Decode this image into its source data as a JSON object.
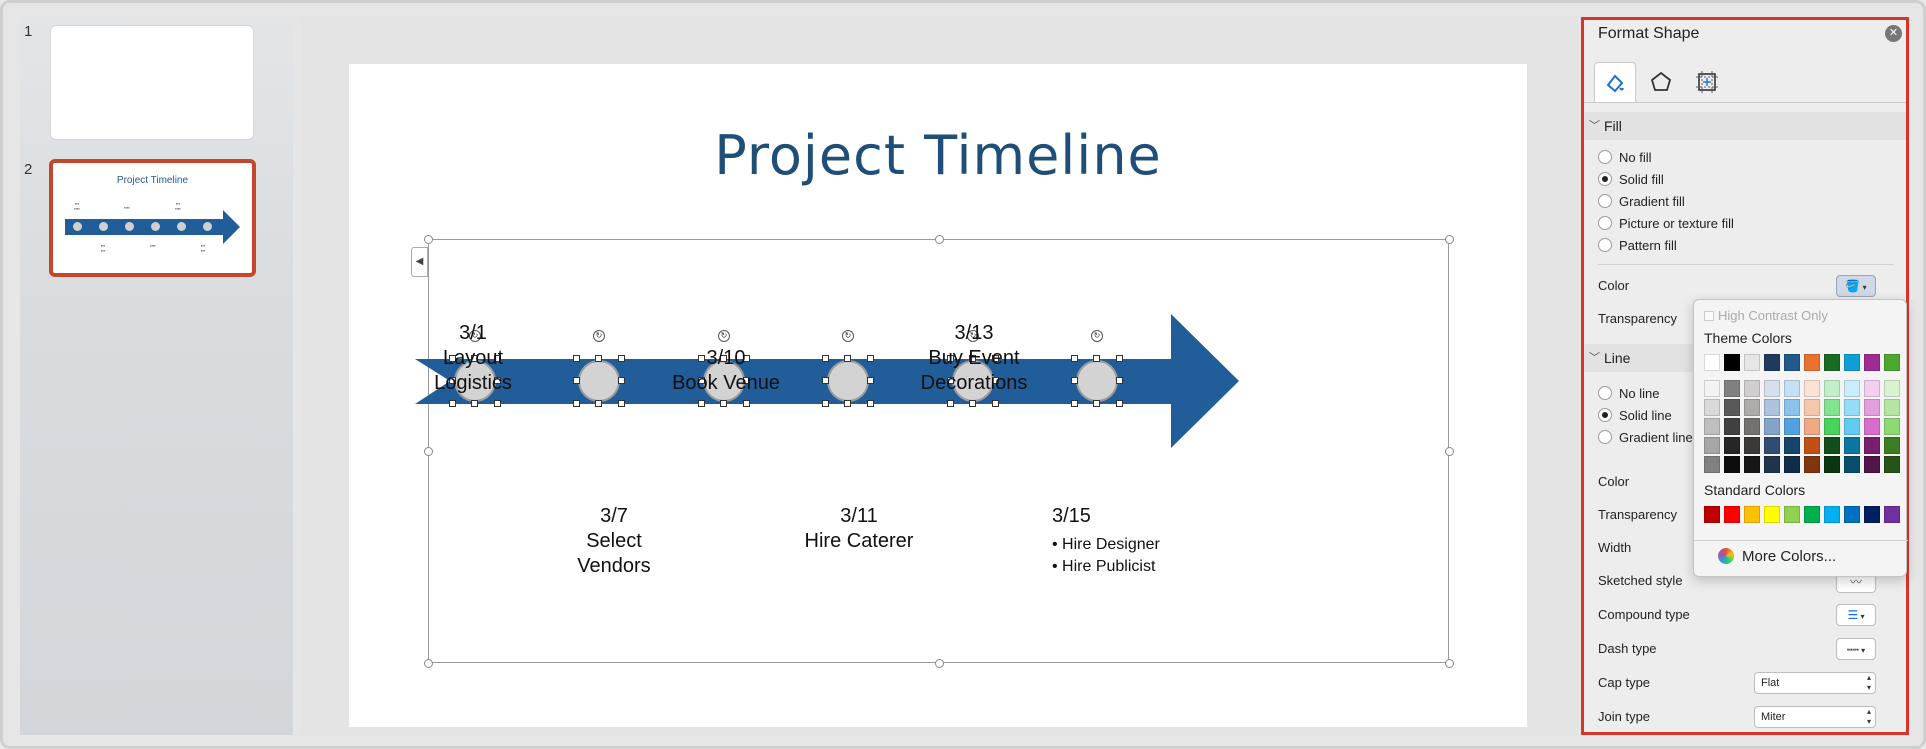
{
  "thumbnails": [
    {
      "number": "1"
    },
    {
      "number": "2",
      "title": "Project Timeline"
    }
  ],
  "slide": {
    "title": "Project Timeline",
    "milestones_top": [
      {
        "date": "3/1",
        "label": "Layout\nLogistics"
      },
      {
        "date": "3/10",
        "label": "Book Venue"
      },
      {
        "date": "3/13",
        "label": "Buy Event\nDecorations"
      }
    ],
    "milestones_bottom": [
      {
        "date": "3/7",
        "label": "Select\nVendors"
      },
      {
        "date": "3/11",
        "label": "Hire Caterer"
      },
      {
        "date": "3/15",
        "bullets": [
          "Hire Designer",
          "Hire Publicist"
        ]
      }
    ],
    "arrow_color": "#215d99",
    "node_color": "#d3d3d3"
  },
  "format_pane": {
    "title": "Format Shape",
    "tabs": [
      "fill-line-icon",
      "effects-icon",
      "size-properties-icon"
    ],
    "fill": {
      "heading": "Fill",
      "options": [
        "No fill",
        "Solid fill",
        "Gradient fill",
        "Picture or texture fill",
        "Pattern fill"
      ],
      "selected": "Solid fill",
      "color_label": "Color",
      "transparency_label": "Transparency"
    },
    "line": {
      "heading": "Line",
      "options": [
        "No line",
        "Solid line",
        "Gradient line"
      ],
      "selected": "Solid line",
      "color_label": "Color",
      "transparency_label": "Transparency",
      "width_label": "Width",
      "sketched_label": "Sketched style",
      "compound_label": "Compound type",
      "dash_label": "Dash type",
      "cap_label": "Cap type",
      "cap_value": "Flat",
      "join_label": "Join type",
      "join_value": "Miter"
    }
  },
  "color_popup": {
    "high_contrast": "High Contrast Only",
    "theme_heading": "Theme Colors",
    "theme_top": [
      "#ffffff",
      "#000000",
      "#e7e6e6",
      "#1f3a5f",
      "#1f5a8a",
      "#e97132",
      "#196b24",
      "#0f9ed5",
      "#a02b93",
      "#4ea72e"
    ],
    "theme_columns": [
      [
        "#f2f2f2",
        "#d9d9d9",
        "#bfbfbf",
        "#a6a6a6",
        "#808080"
      ],
      [
        "#808080",
        "#595959",
        "#404040",
        "#262626",
        "#0d0d0d"
      ],
      [
        "#d0cece",
        "#aeabab",
        "#757171",
        "#3b3838",
        "#171616"
      ],
      [
        "#d6e0ed",
        "#adc2dc",
        "#84a3ca",
        "#2f4d73",
        "#1f334d"
      ],
      [
        "#c5e0f5",
        "#8bc1eb",
        "#52a2e1",
        "#17446a",
        "#0f2d46"
      ],
      [
        "#fbe2d5",
        "#f7c7ac",
        "#f1a983",
        "#c04f15",
        "#80350e"
      ],
      [
        "#c1f0c8",
        "#83e28e",
        "#47d459",
        "#124f1a",
        "#0c3512"
      ],
      [
        "#caeefb",
        "#94dcf8",
        "#61cbf4",
        "#0b76a0",
        "#074f6a"
      ],
      [
        "#f2ceef",
        "#e59edd",
        "#d86dcd",
        "#78206e",
        "#501549"
      ],
      [
        "#d9f2d0",
        "#b4e5a2",
        "#8ed973",
        "#3b7d23",
        "#275317"
      ]
    ],
    "selected_swatch": "#bfbfbf",
    "standard_heading": "Standard Colors",
    "standard": [
      "#c00000",
      "#ff0000",
      "#ffc000",
      "#ffff00",
      "#92d050",
      "#00b050",
      "#00b0f0",
      "#0070c0",
      "#002060",
      "#7030a0"
    ],
    "more_colors": "More Colors..."
  }
}
